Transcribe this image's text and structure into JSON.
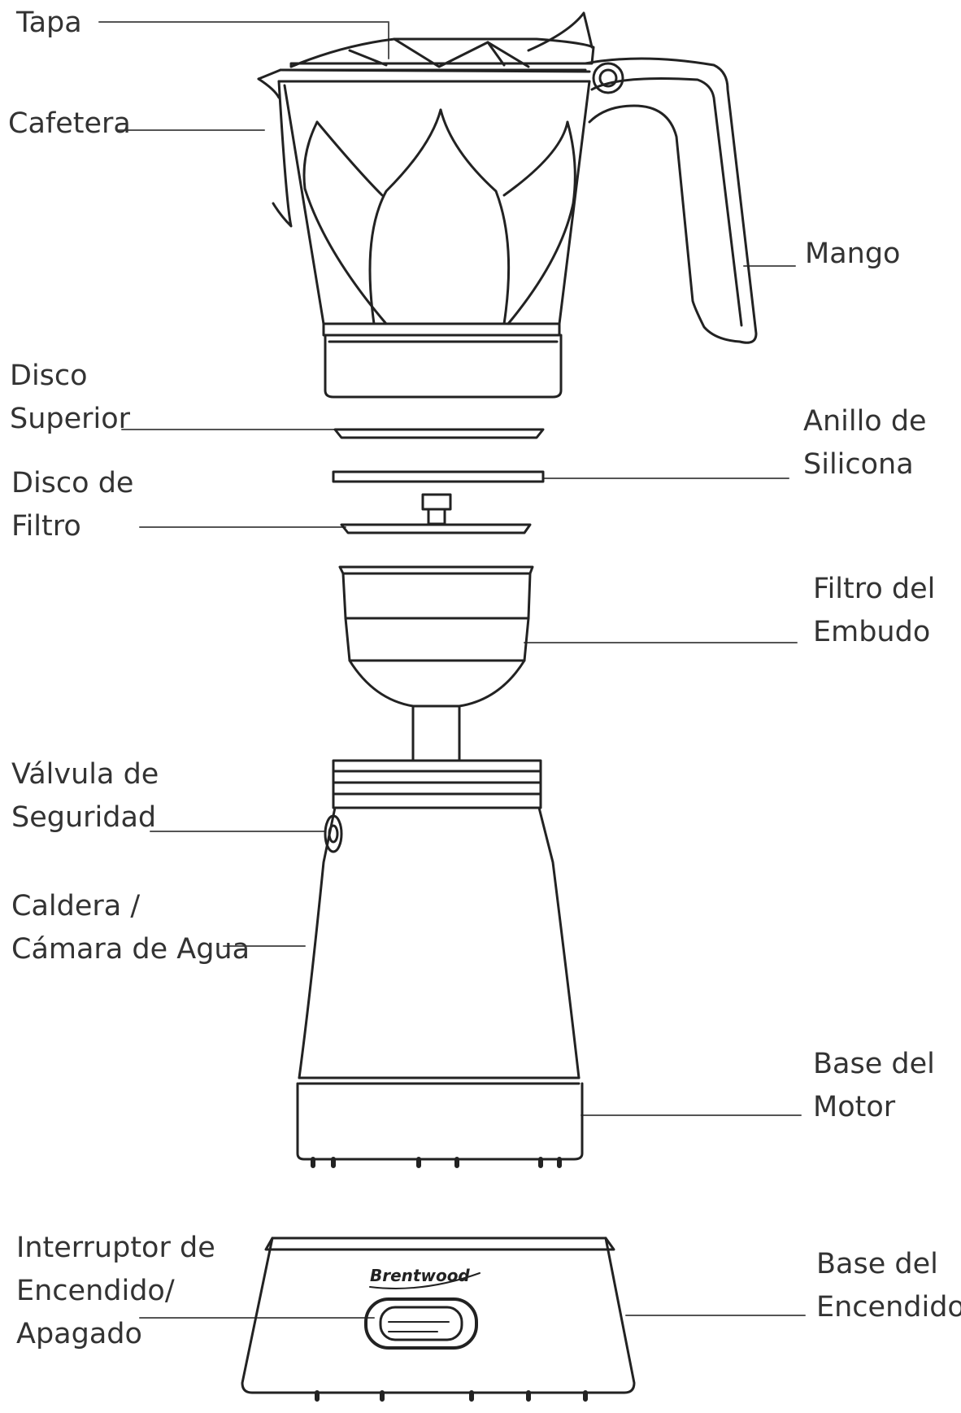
{
  "labels": {
    "tapa": [
      "Tapa"
    ],
    "cafetera": [
      "Cafetera"
    ],
    "mango": [
      "Mango"
    ],
    "disco_superior": [
      "Disco",
      "Superior"
    ],
    "anillo_silicona": [
      "Anillo de",
      "Silicona"
    ],
    "disco_filtro": [
      "Disco de",
      "Filtro"
    ],
    "filtro_embudo": [
      "Filtro del",
      "Embudo"
    ],
    "valvula": [
      "Válvula de",
      "Seguridad"
    ],
    "caldera": [
      "Caldera /",
      "Cámara de Agua"
    ],
    "base_motor": [
      "Base del",
      "Motor"
    ],
    "interruptor": [
      "Interruptor de",
      "Encendido/",
      "Apagado"
    ],
    "base_encendido": [
      "Base del",
      "Encendido"
    ]
  },
  "brand": "Brentwood",
  "colors": {
    "line": "#222222",
    "leader": "#555555",
    "text": "#333333"
  }
}
